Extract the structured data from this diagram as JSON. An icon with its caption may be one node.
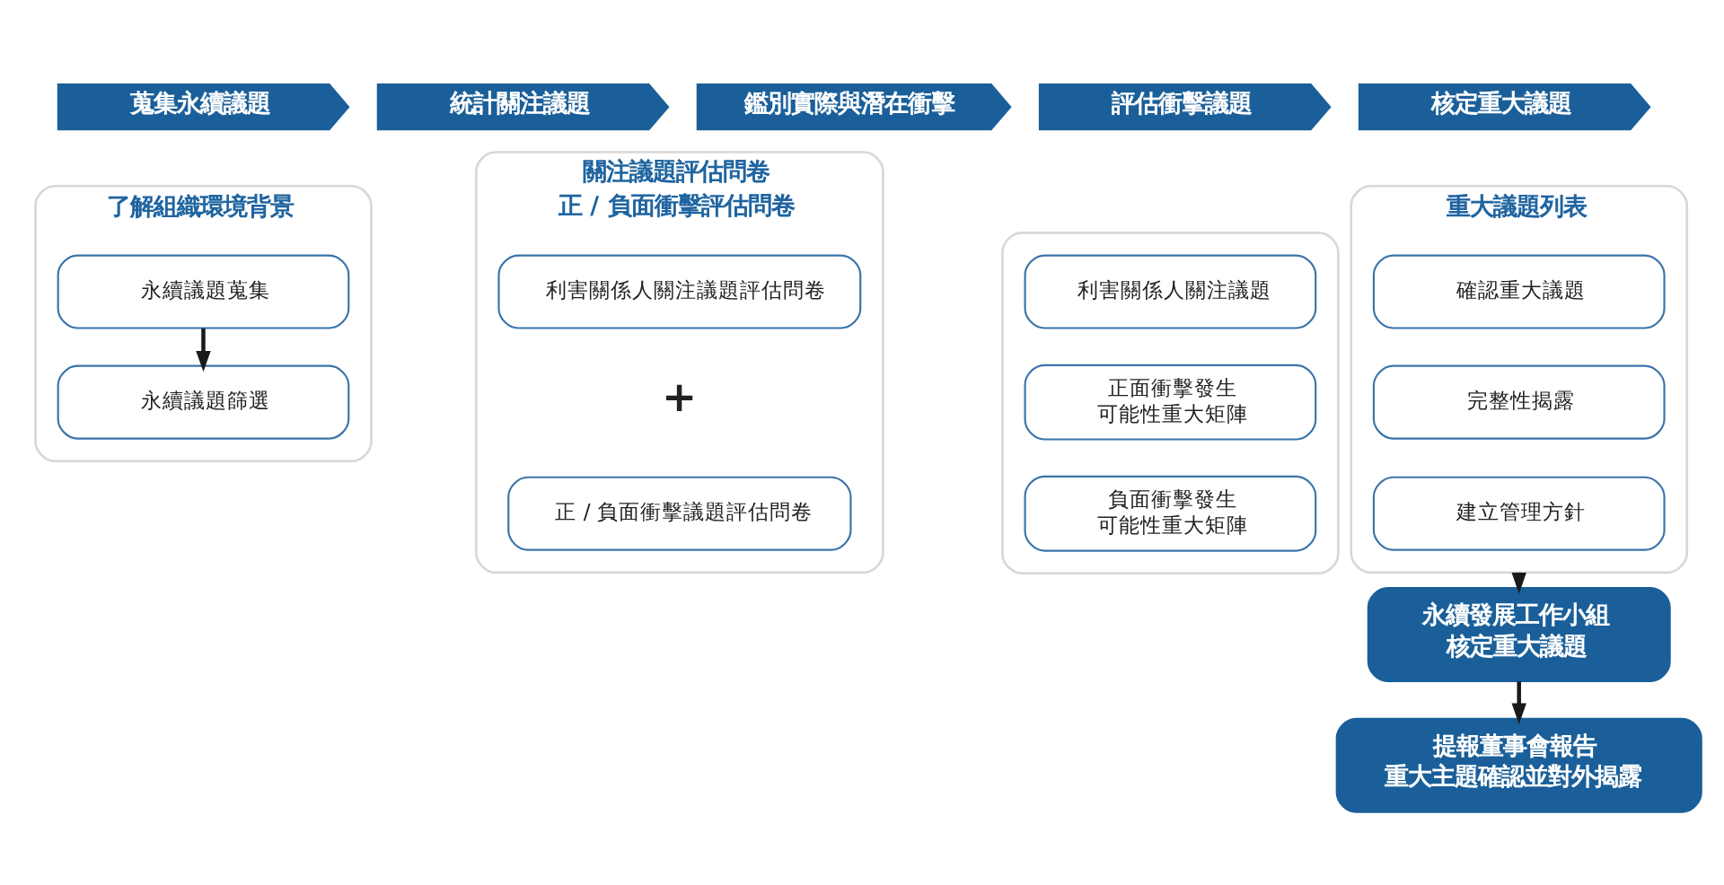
{
  "diagram": {
    "nodes": [
      {
        "text": [
          "蒐集永續議題"
        ]
      },
      {
        "text": [
          "統計關注議題"
        ]
      },
      {
        "text": [
          "鑑別實際與潛在衝擊"
        ]
      },
      {
        "text": [
          "評估衝擊議題"
        ]
      },
      {
        "text": [
          "核定重大議題"
        ]
      },
      {
        "text": [
          "了解組織環境背景"
        ]
      },
      {
        "text": [
          "永續議題蒐集"
        ],
        "in": 5
      },
      {
        "text": [
          "永續議題篩選"
        ],
        "in": 5
      },
      {
        "text": [
          "關注議題評估問卷",
          "正 / 負面衝擊評估問卷"
        ]
      },
      {
        "text": [
          "利害關係人關注議題評估問卷"
        ],
        "in": 8
      },
      {
        "text": [
          "正 / 負面衝擊議題評估問卷"
        ],
        "in": 8
      },
      {
        "text": [],
        "shape": "box"
      },
      {
        "text": [
          "利害關係人關注議題"
        ],
        "in": 11
      },
      {
        "text": [
          "正面衝擊發生",
          "可能性重大矩陣"
        ],
        "in": 11
      },
      {
        "text": [
          "負面衝擊發生",
          "可能性重大矩陣"
        ],
        "in": 11
      },
      {
        "text": [
          "重大議題列表"
        ]
      },
      {
        "text": [
          "確認重大議題"
        ],
        "in": 15
      },
      {
        "text": [
          "完整性揭露"
        ],
        "in": 15
      },
      {
        "text": [
          "建立管理方針"
        ],
        "in": 15
      },
      {
        "text": [
          "永續發展工作小組",
          "核定重大議題"
        ]
      },
      {
        "text": [
          "提報董事會報告",
          "重大主題確認並對外揭露"
        ]
      }
    ],
    "edges": [
      {
        "from": 6,
        "to": 7,
        "arrow": "to"
      },
      {
        "from": 15,
        "to": 19,
        "arrow": "to"
      },
      {
        "from": 19,
        "to": 20,
        "arrow": "to"
      }
    ],
    "labels": [
      "+"
    ]
  }
}
